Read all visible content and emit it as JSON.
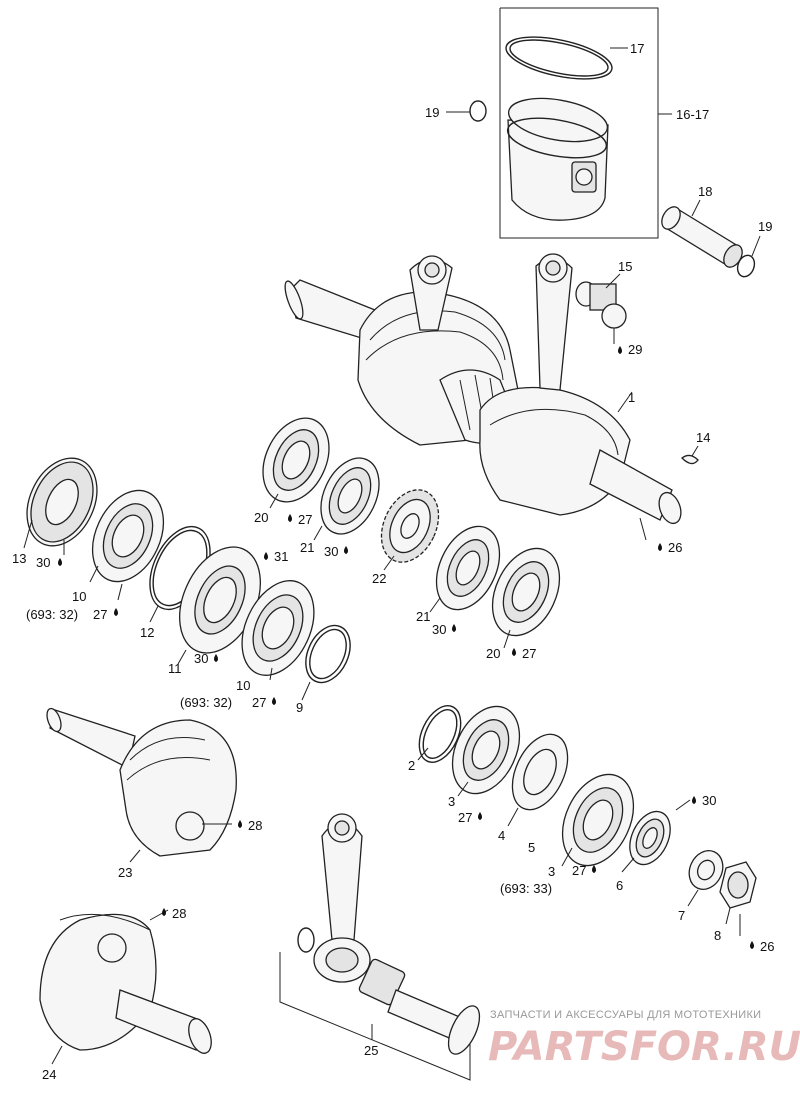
{
  "diagram": {
    "labels": {
      "l17": "17",
      "l19a": "19",
      "l16_17": "16-17",
      "l18": "18",
      "l19b": "19",
      "l15": "15",
      "l29": "29",
      "l1": "1",
      "l14": "14",
      "l26a": "26",
      "l13": "13",
      "l30a": "30",
      "l10a": "10",
      "l693_32a": "(693: 32)",
      "l27a": "27",
      "l20a": "20",
      "l27b": "27",
      "l21a": "21",
      "l30b": "30",
      "l31": "31",
      "l22": "22",
      "l12": "12",
      "l11": "11",
      "l30c": "30",
      "l10b": "10",
      "l693_32b": "(693: 32)",
      "l27c": "27",
      "l9": "9",
      "l21b": "21",
      "l30d": "30",
      "l20b": "20",
      "l27d": "27",
      "l2": "2",
      "l3a": "3",
      "l27e": "27",
      "l4": "4",
      "l5": "5",
      "l3b": "3",
      "l693_33": "(693: 33)",
      "l27f": "27",
      "l30e": "30",
      "l6": "6",
      "l7": "7",
      "l8": "8",
      "l26b": "26",
      "l28a": "28",
      "l23": "23",
      "l28b": "28",
      "l24": "24",
      "l25": "25"
    },
    "watermark": {
      "line1": "ЗАПЧАСТИ И АКСЕССУАРЫ ДЛЯ МОТОТЕХНИКИ",
      "line2": "PARTSFOR.RU"
    }
  }
}
